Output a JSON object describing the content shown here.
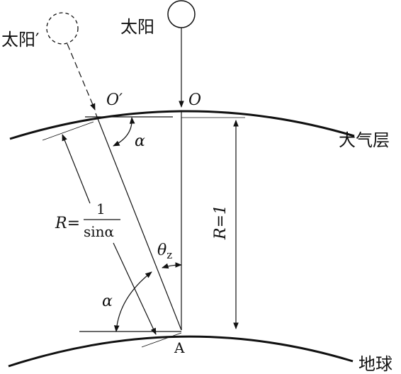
{
  "labels": {
    "sun_slant": "太阳′",
    "sun_vertical": "太阳",
    "atmosphere": "大气层",
    "earth": "地球",
    "point_o_prime": "O′",
    "point_o": "O",
    "point_a": "A",
    "alpha_top": "α",
    "alpha_bottom": "α",
    "theta": "θ",
    "theta_sub": "z",
    "r_unit": "R=1",
    "r_slant_prefix": "R=",
    "r_slant_num": "1",
    "r_slant_den": "sinα"
  }
}
